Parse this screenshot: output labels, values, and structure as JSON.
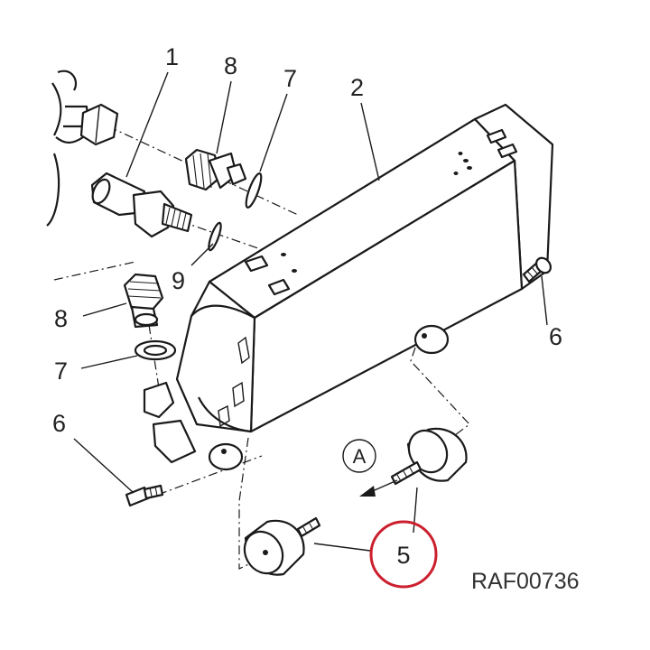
{
  "diagram": {
    "reference_code": "RAF00736",
    "view_marker": "A",
    "highlight_color": "#cc1f2e",
    "callouts": {
      "top_1": "1",
      "top_8": "8",
      "top_7": "7",
      "top_2": "2",
      "mid_9": "9",
      "left_8": "8",
      "left_7": "7",
      "left_6": "6",
      "right_6": "6",
      "bottom_5": "5"
    }
  }
}
